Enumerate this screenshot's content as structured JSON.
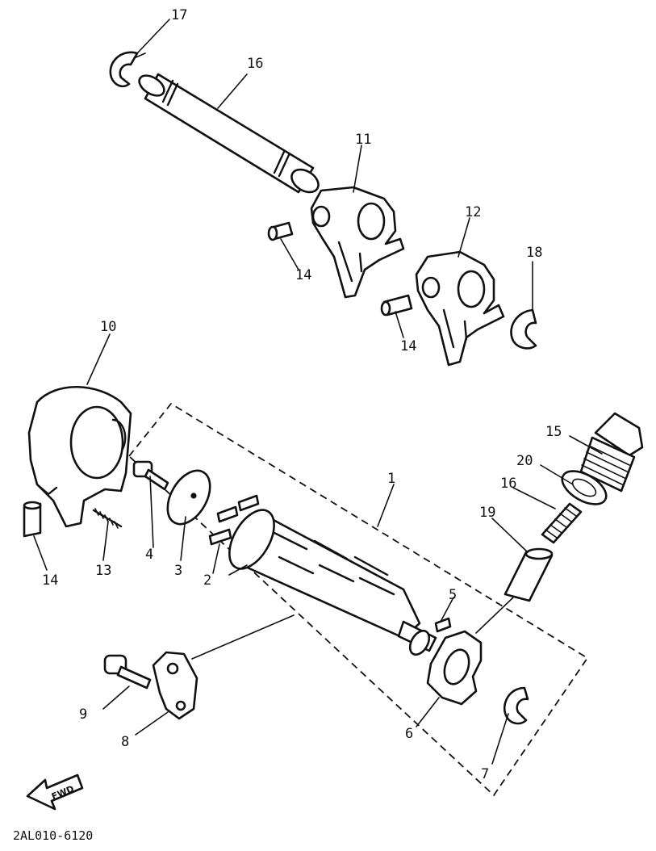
{
  "diagram": {
    "catalog_code": "2AL010-6120",
    "direction_label": "FWD",
    "callouts": [
      {
        "id": "c1",
        "label": "1"
      },
      {
        "id": "c2",
        "label": "2"
      },
      {
        "id": "c3",
        "label": "3"
      },
      {
        "id": "c4",
        "label": "4"
      },
      {
        "id": "c5",
        "label": "5"
      },
      {
        "id": "c6",
        "label": "6"
      },
      {
        "id": "c7",
        "label": "7"
      },
      {
        "id": "c8",
        "label": "8"
      },
      {
        "id": "c9",
        "label": "9"
      },
      {
        "id": "c10",
        "label": "10"
      },
      {
        "id": "c11",
        "label": "11"
      },
      {
        "id": "c12",
        "label": "12"
      },
      {
        "id": "c13",
        "label": "13"
      },
      {
        "id": "c14a",
        "label": "14"
      },
      {
        "id": "c14b",
        "label": "14"
      },
      {
        "id": "c14c",
        "label": "14"
      },
      {
        "id": "c15",
        "label": "15"
      },
      {
        "id": "c16a",
        "label": "16"
      },
      {
        "id": "c16b",
        "label": "16"
      },
      {
        "id": "c17",
        "label": "17"
      },
      {
        "id": "c18",
        "label": "18"
      },
      {
        "id": "c19",
        "label": "19"
      },
      {
        "id": "c20",
        "label": "20"
      }
    ]
  }
}
